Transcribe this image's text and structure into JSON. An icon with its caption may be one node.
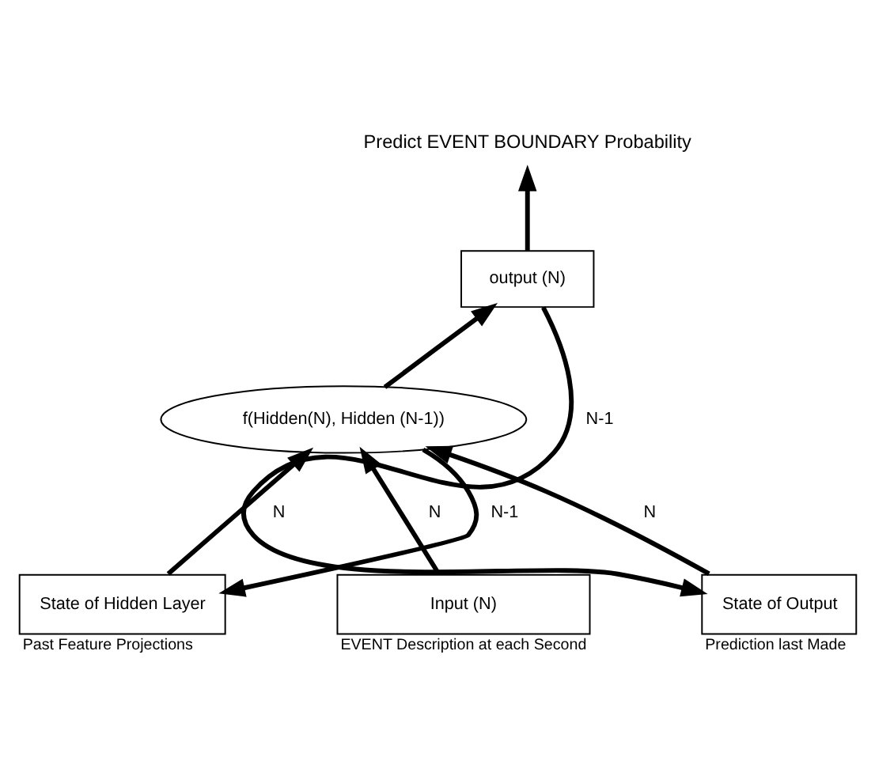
{
  "diagram": {
    "nodes": [
      {
        "text": [
          "Predict EVENT BOUNDARY Probability"
        ]
      },
      {
        "text": [
          "output (N)"
        ]
      },
      {
        "text": [
          "f(Hidden(N), Hidden (N-1))"
        ]
      },
      {
        "text": [
          "State of Hidden Layer"
        ],
        "beside": [
          "Past Feature Projections"
        ]
      },
      {
        "text": [
          "Input (N)"
        ],
        "beside": [
          "EVENT Description at each Second"
        ]
      },
      {
        "text": [
          "State of Output"
        ],
        "beside": [
          "Prediction last Made"
        ]
      }
    ],
    "edges": [
      {
        "from": 1,
        "to": 0,
        "arrow": "to"
      },
      {
        "from": 2,
        "to": 1,
        "arrow": "to"
      },
      {
        "from": 1,
        "to": 5,
        "arrow": "to",
        "label": "N-1"
      },
      {
        "from": 2,
        "to": 3,
        "arrow": "to",
        "label": "N-1"
      },
      {
        "from": 3,
        "to": 2,
        "arrow": "to",
        "label": "N"
      },
      {
        "from": 4,
        "to": 2,
        "arrow": "to",
        "label": "N"
      },
      {
        "from": 5,
        "to": 2,
        "arrow": "to",
        "label": "N"
      }
    ]
  }
}
